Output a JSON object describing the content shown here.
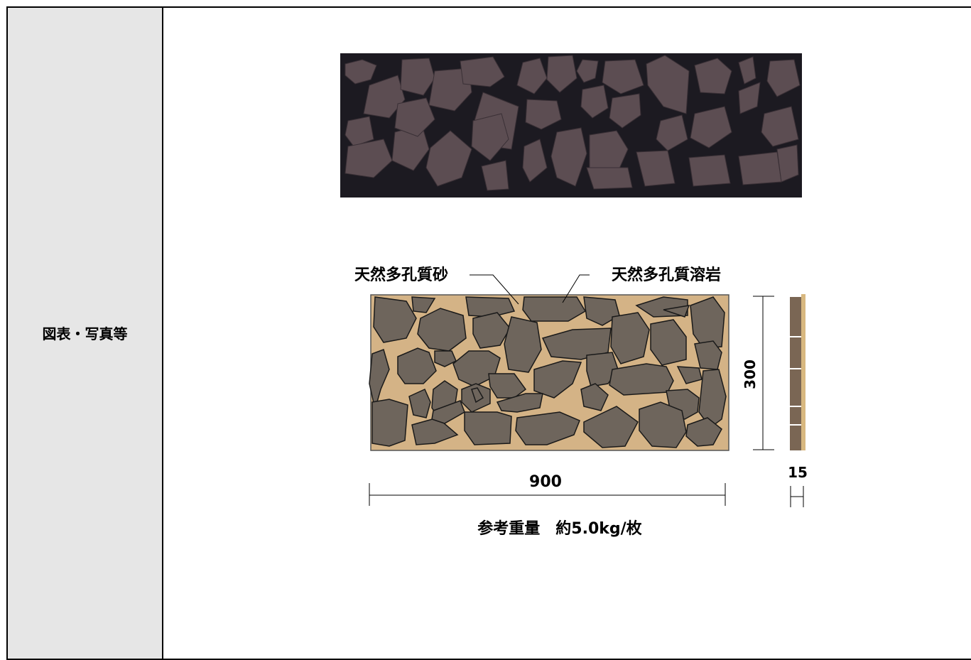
{
  "row": {
    "label": "図表・写真等"
  },
  "diagram": {
    "label_sand": "天然多孔質砂",
    "label_lava": "天然多孔質溶岩",
    "height_dim": "300",
    "width_dim": "900",
    "thickness_dim": "15",
    "weight_note": "参考重量　約5.0kg/枚"
  },
  "colors": {
    "cell_bg": "#e6e6e6",
    "sand": "#d4b386",
    "stone": "#6e655c",
    "photo_bg": "#1c1a21",
    "photo_stone": "#5c4d52"
  }
}
